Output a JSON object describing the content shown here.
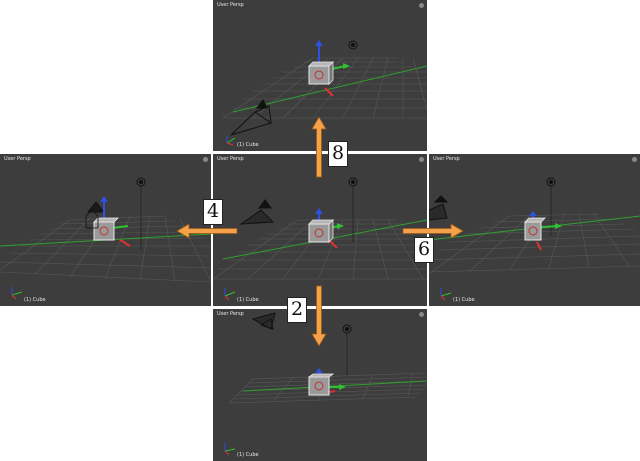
{
  "viewports": {
    "top": {
      "label": "User Persp",
      "object": "(1) Cube"
    },
    "left": {
      "label": "User Persp",
      "object": "(1) Cube"
    },
    "center": {
      "label": "User Persp",
      "object": "(1) Cube"
    },
    "right": {
      "label": "User Persp",
      "object": "(1) Cube"
    },
    "bottom": {
      "label": "User Persp",
      "object": "(1) Cube"
    }
  },
  "numpad_keys": {
    "up": "8",
    "left": "4",
    "right": "6",
    "down": "2"
  },
  "icons": {
    "arrow": "orange-arrow-icon",
    "camera": "camera-icon",
    "lamp": "lamp-icon",
    "cube": "cube-icon"
  },
  "colors": {
    "viewport_bg": "#3d3d3d",
    "arrow": "#f5a04a",
    "x_axis": "#e03030",
    "y_axis": "#30c030",
    "z_axis": "#3050e0"
  }
}
